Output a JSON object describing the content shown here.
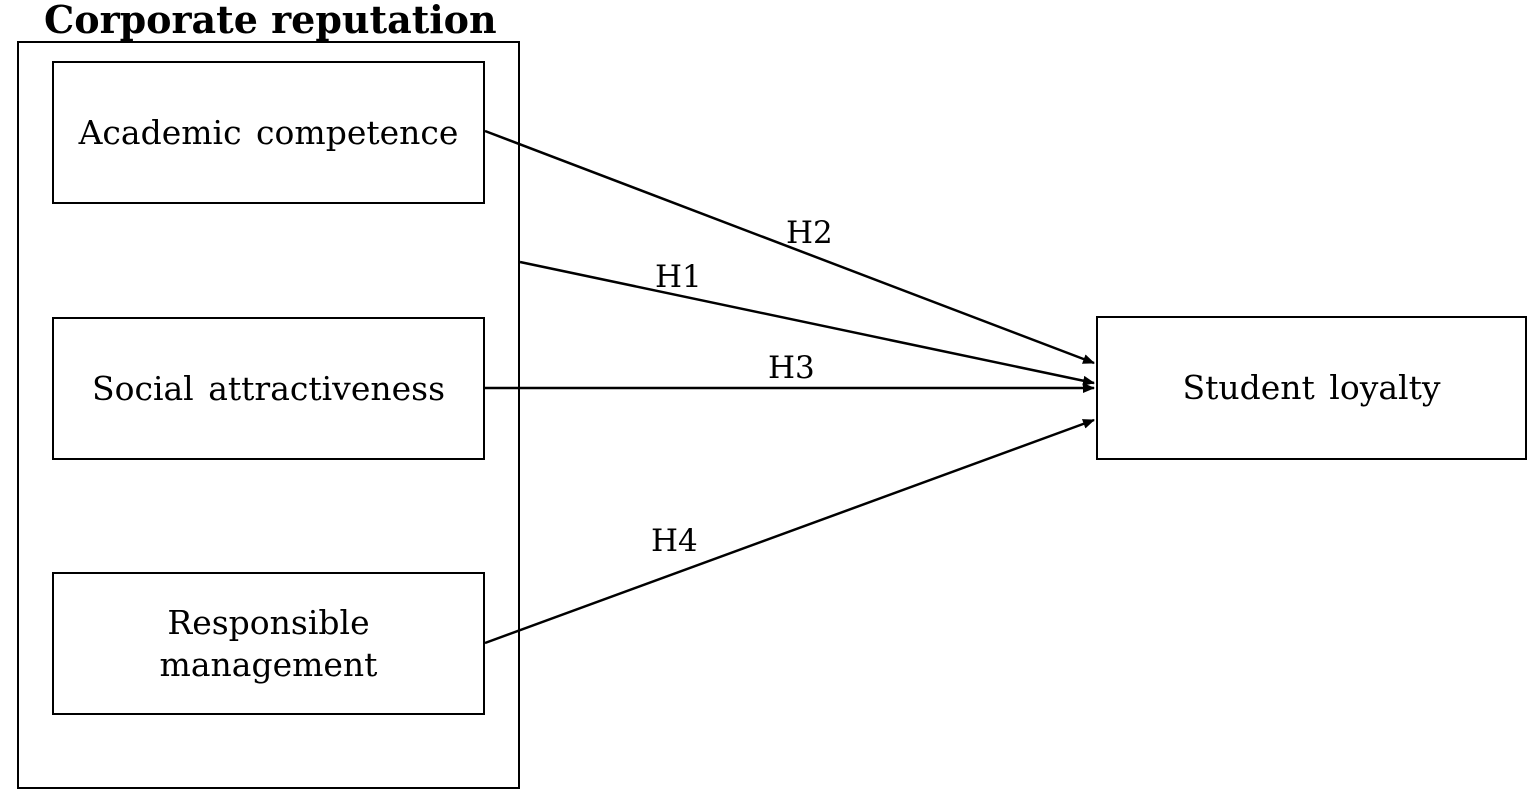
{
  "group": {
    "title": "Corporate reputation"
  },
  "nodes": {
    "academic": "Academic competence",
    "social": "Social attractiveness",
    "responsible": "Responsible\nmanagement",
    "loyalty": "Student loyalty"
  },
  "edges": {
    "h1": "H1",
    "h2": "H2",
    "h3": "H3",
    "h4": "H4"
  },
  "colors": {
    "line": "#000000",
    "background": "#ffffff"
  }
}
